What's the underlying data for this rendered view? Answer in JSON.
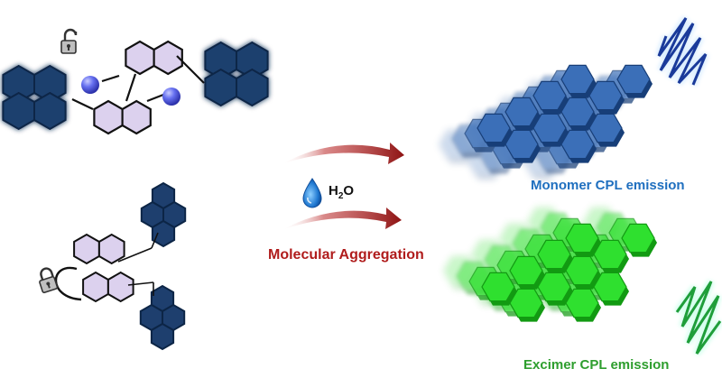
{
  "labels": {
    "monomer": "Monomer CPL emission",
    "excimer": "Excimer CPL emission",
    "aggregation": "Molecular Aggregation",
    "water_main": "H",
    "water_sub": "2",
    "water_tail": "O"
  },
  "icons": {
    "top_lock": "unlocked-padlock-icon",
    "bottom_lock": "locked-padlock-icon",
    "water_drop": "water-drop-icon",
    "cpl_monomer": "blue-scribble-icon",
    "cpl_excimer": "green-scribble-icon"
  },
  "colors": {
    "monomer_text": "#1f6fbf",
    "excimer_text": "#2e9e2e",
    "aggregation_text": "#b01c1c",
    "pyrene_blue": "#1e3f6e",
    "binaphthyl_fill": "#dcd1ee",
    "blue_sphere": "#5561e8",
    "arrow_red": "#9e1a1a",
    "stack_blue": "#2e5fa8",
    "stack_green": "#2bd82b",
    "water_drop": "#2a7bd6"
  }
}
